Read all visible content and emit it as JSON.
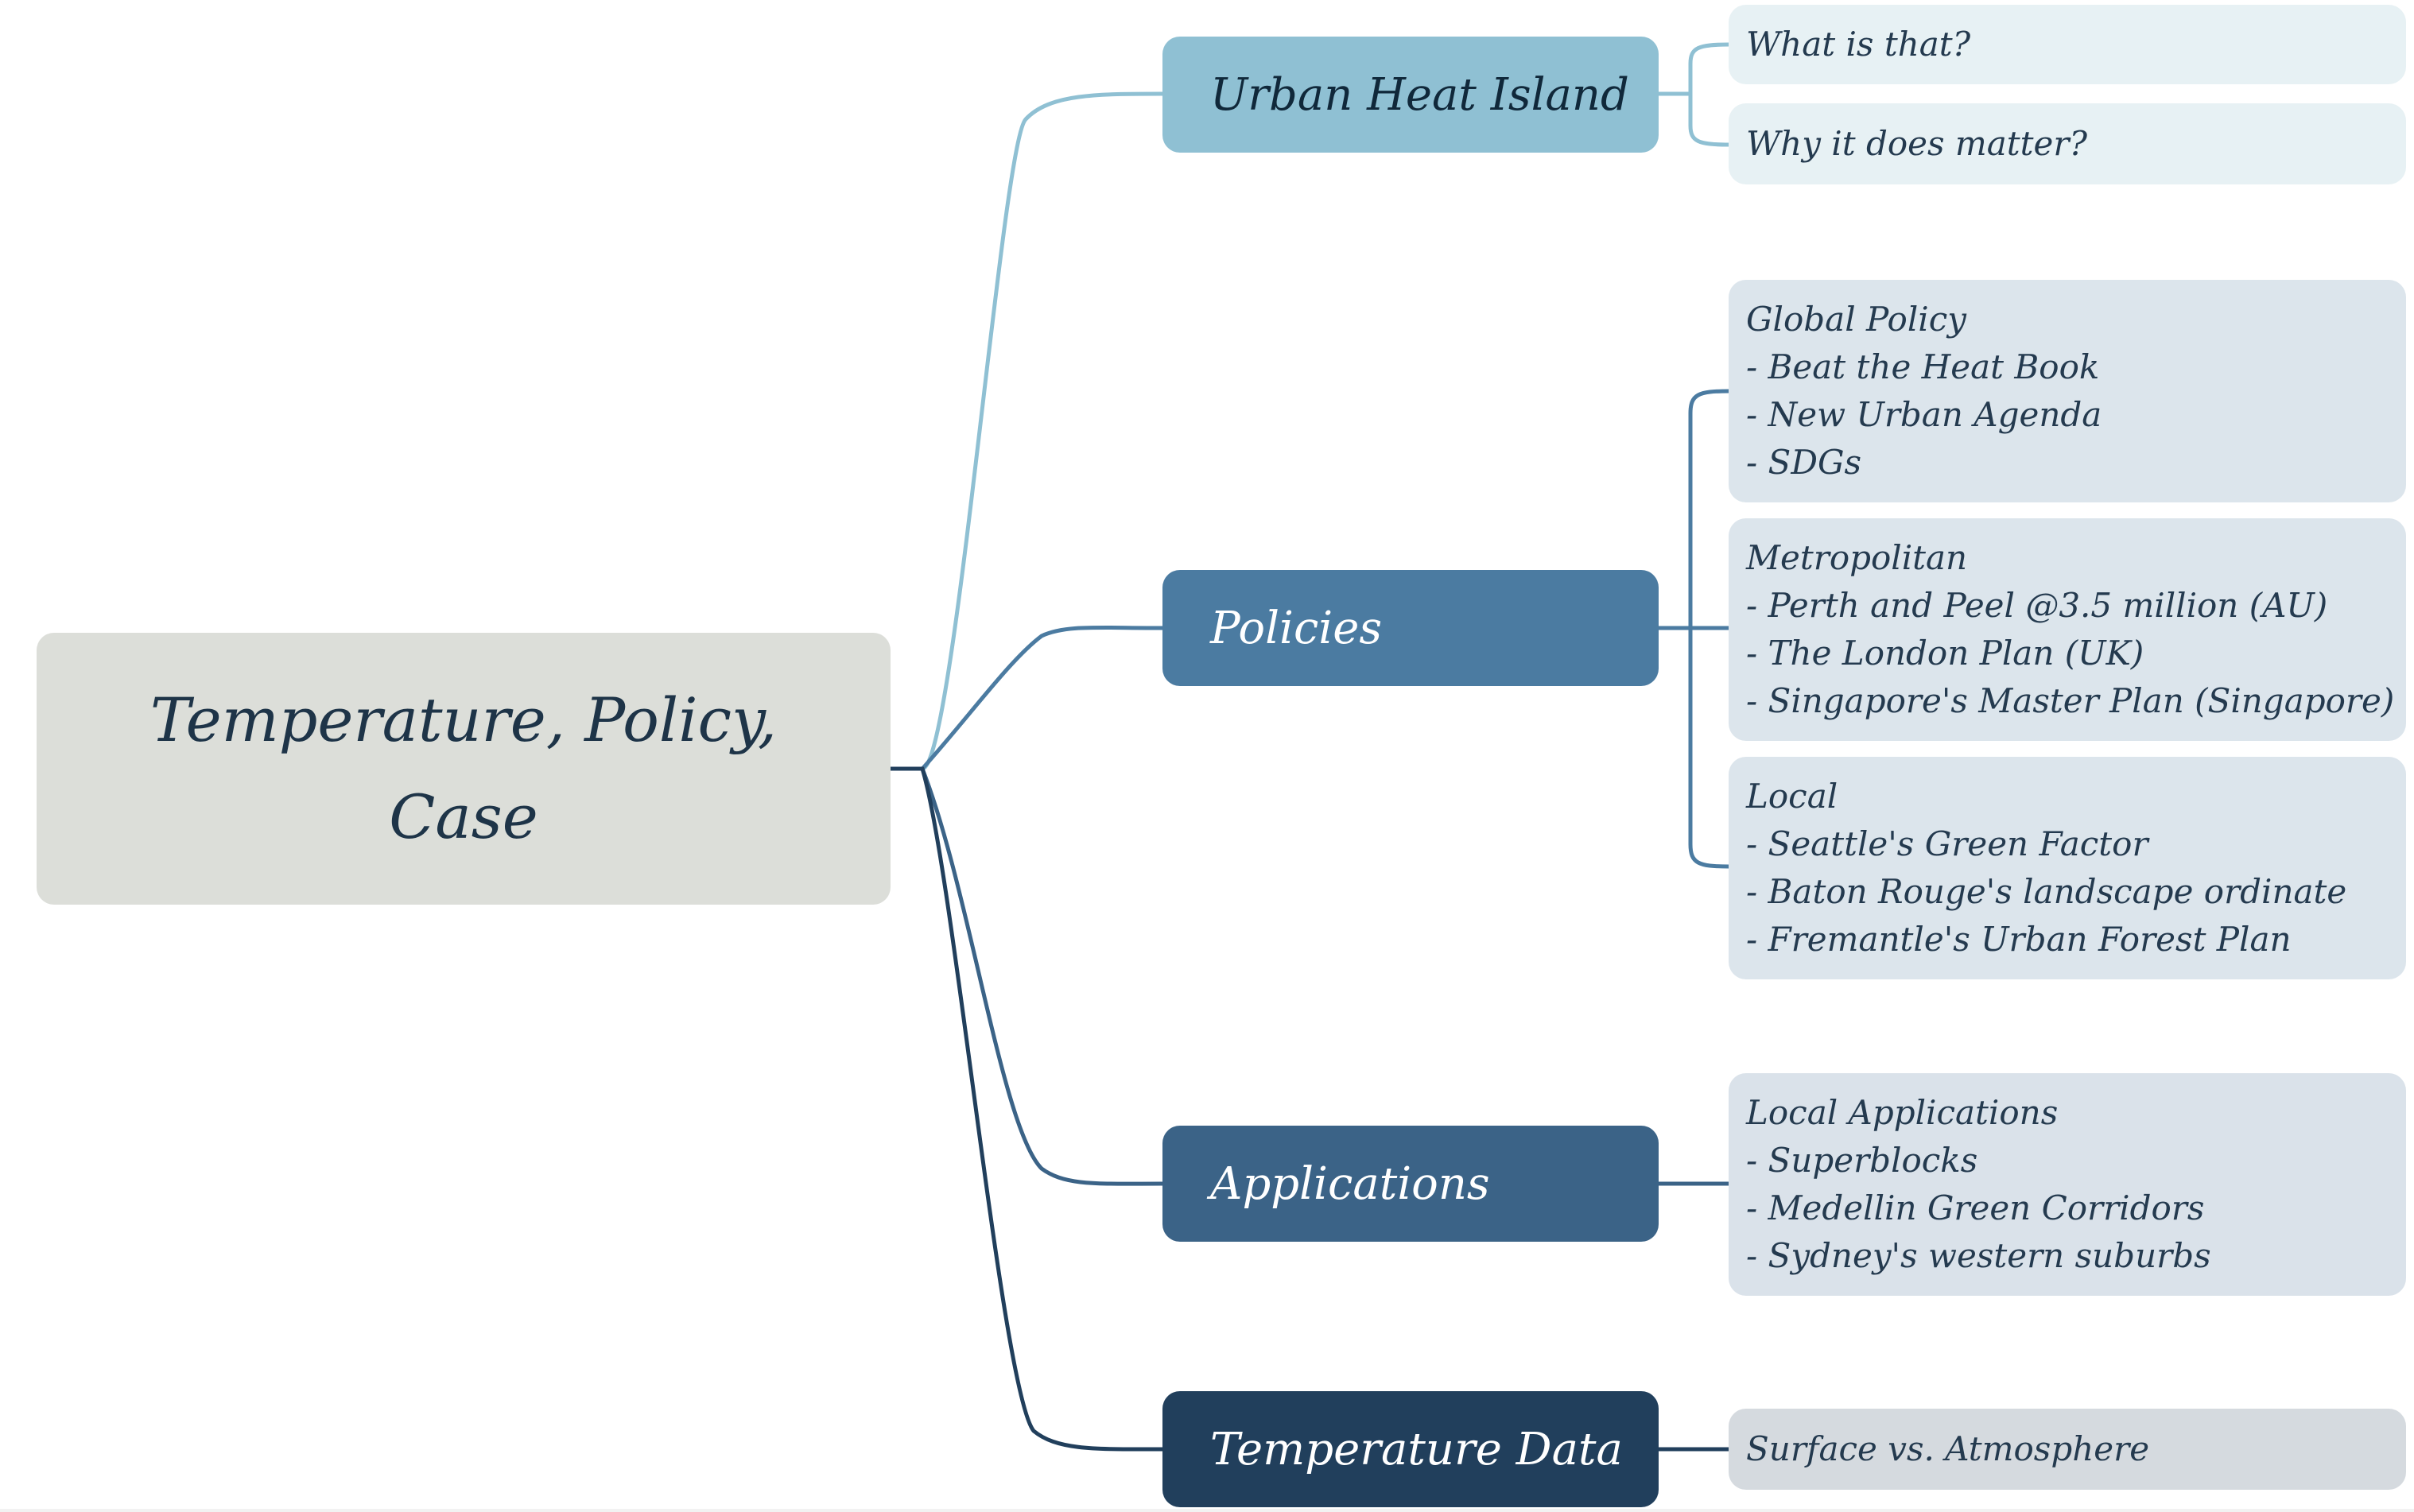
{
  "root": {
    "title_line1": "Temperature, Policy,",
    "title_line2": "Case"
  },
  "colors": {
    "urban_heat_island": "#8fc0d3",
    "policies": "#4b7ba1",
    "applications": "#3b6387",
    "temperature_data": "#213f5c",
    "root": "#dcded9"
  },
  "branches": {
    "urban_heat_island": {
      "label": "Urban Heat Island",
      "children": [
        "What is that?",
        "Why it does matter?"
      ]
    },
    "policies": {
      "label": "Policies",
      "global": {
        "title": "Global Policy",
        "items": [
          "- Beat the Heat Book",
          "- New Urban Agenda",
          "- SDGs"
        ]
      },
      "metropolitan": {
        "title": "Metropolitan",
        "items": [
          "- Perth and Peel @3.5 million (AU)",
          "- The London Plan (UK)",
          "- Singapore's Master Plan (Singapore)"
        ]
      },
      "local": {
        "title": "Local",
        "items": [
          "- Seattle's Green Factor",
          "- Baton Rouge's landscape ordinate",
          "- Fremantle's Urban Forest Plan"
        ]
      }
    },
    "applications": {
      "label": "Applications",
      "local_applications": {
        "title": "Local Applications",
        "items": [
          "- Superblocks",
          "- Medellin Green Corridors",
          "- Sydney's western suburbs"
        ]
      }
    },
    "temperature_data": {
      "label": "Temperature Data",
      "children": [
        "Surface vs. Atmosphere"
      ]
    }
  }
}
